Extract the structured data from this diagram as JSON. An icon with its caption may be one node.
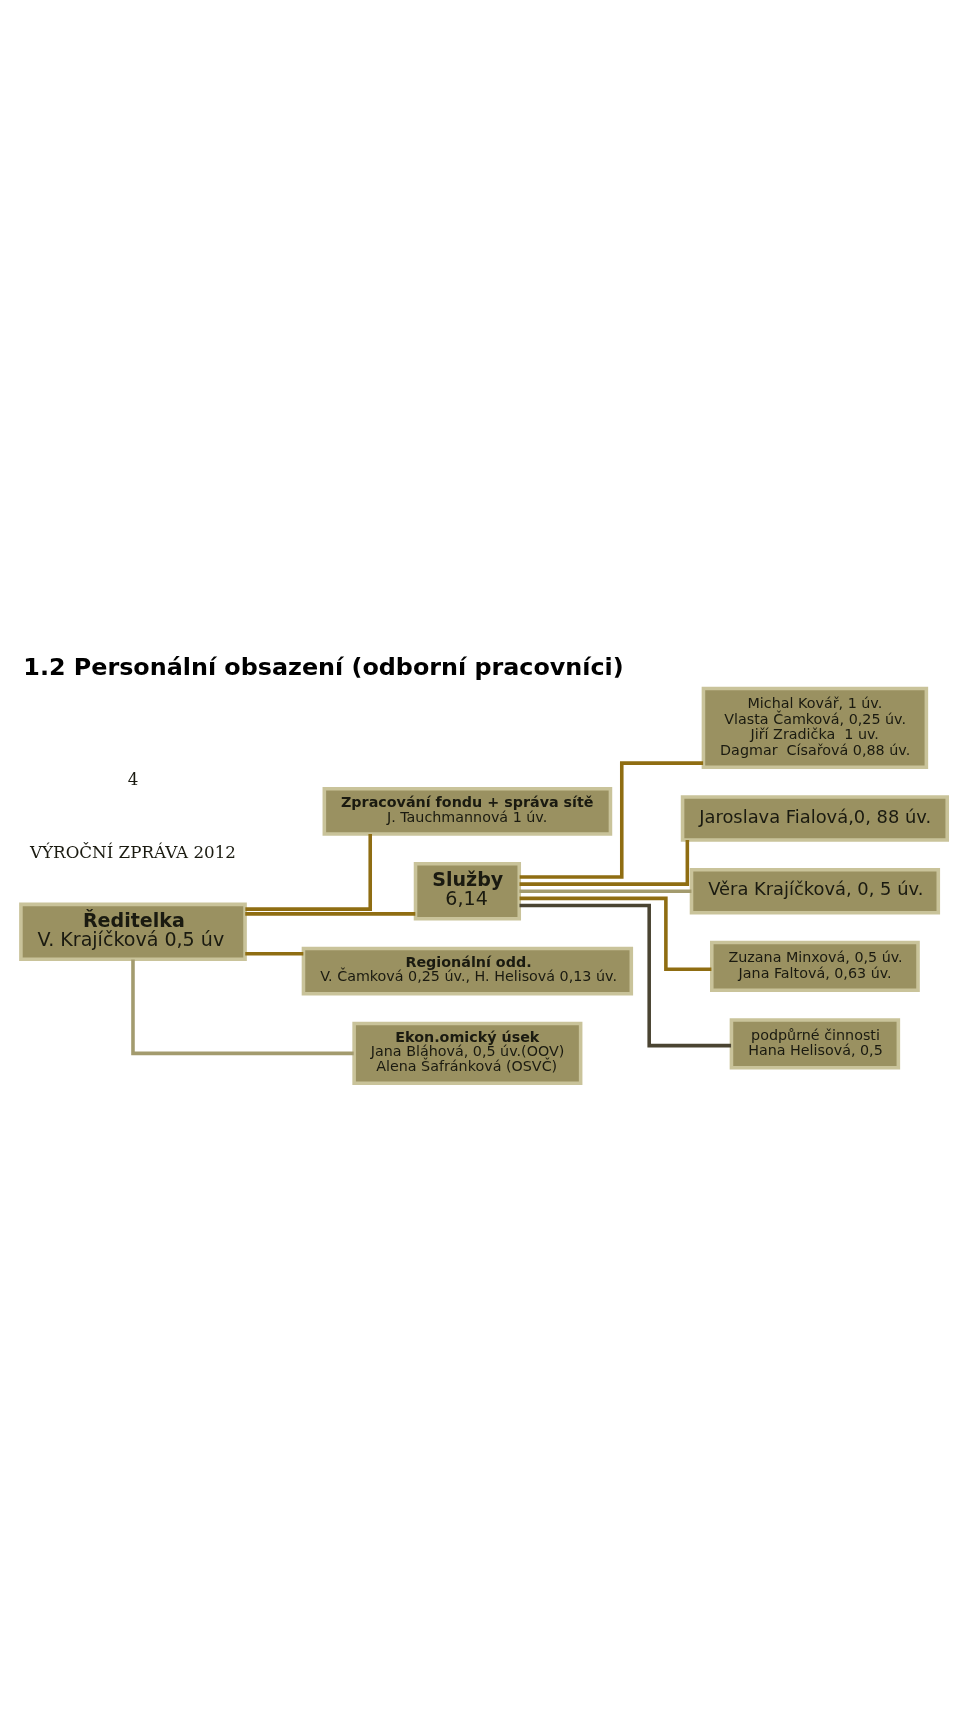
{
  "diagram": {
    "title": "1.2 Personální obsazení (odborní pracovníci)",
    "nodes": [
      {
        "text": [
          "Ředitelka",
          "V. Krajíčková 0,5 úv"
        ]
      },
      {
        "text": [
          "Zpracování fondu + správa sítě",
          "J. Tauchmannová 1 úv."
        ]
      },
      {
        "text": [
          "Služby",
          "6,14"
        ]
      },
      {
        "text": [
          "Regionální odd.",
          "V. Čamková 0,25 úv., H. Helisová 0,13 úv."
        ]
      },
      {
        "text": [
          "Ekon.omický úsek",
          "Jana Bláhová, 0,5 úv.(OOV)",
          "Alena Šafránková (OSVČ)"
        ]
      },
      {
        "text": [
          "Michal Kovář, 1 úv.",
          "Vlasta Čamková, 0,25 úv.",
          "Jiří Zradička  1 uv.",
          "Dagmar  Císařová 0,88 úv."
        ]
      },
      {
        "text": [
          "Jaroslava Fialová,0, 88 úv."
        ]
      },
      {
        "text": [
          "Věra Krajíčková, 0, 5 úv."
        ]
      },
      {
        "text": [
          "Zuzana Minxová, 0,5 úv.",
          "Jana Faltová, 0,63 úv."
        ]
      },
      {
        "text": [
          "podpůrné činnosti",
          "Hana Helisová, 0,5"
        ]
      }
    ],
    "edges": [
      {
        "from": 0,
        "to": 1,
        "arrow": "none"
      },
      {
        "from": 0,
        "to": 2,
        "arrow": "none"
      },
      {
        "from": 0,
        "to": 3,
        "arrow": "none"
      },
      {
        "from": 0,
        "to": 4,
        "arrow": "none",
        "color": "#a39b6e"
      },
      {
        "from": 2,
        "to": 5,
        "arrow": "none"
      },
      {
        "from": 2,
        "to": 6,
        "arrow": "none"
      },
      {
        "from": 2,
        "to": 7,
        "arrow": "none",
        "color": "#a39b6e"
      },
      {
        "from": 2,
        "to": 8,
        "arrow": "none"
      },
      {
        "from": 2,
        "to": 9,
        "arrow": "none",
        "color": "#4a4432"
      }
    ],
    "labels": [
      "VÝROČNÍ ZPRÁVA 2012",
      "4"
    ]
  }
}
